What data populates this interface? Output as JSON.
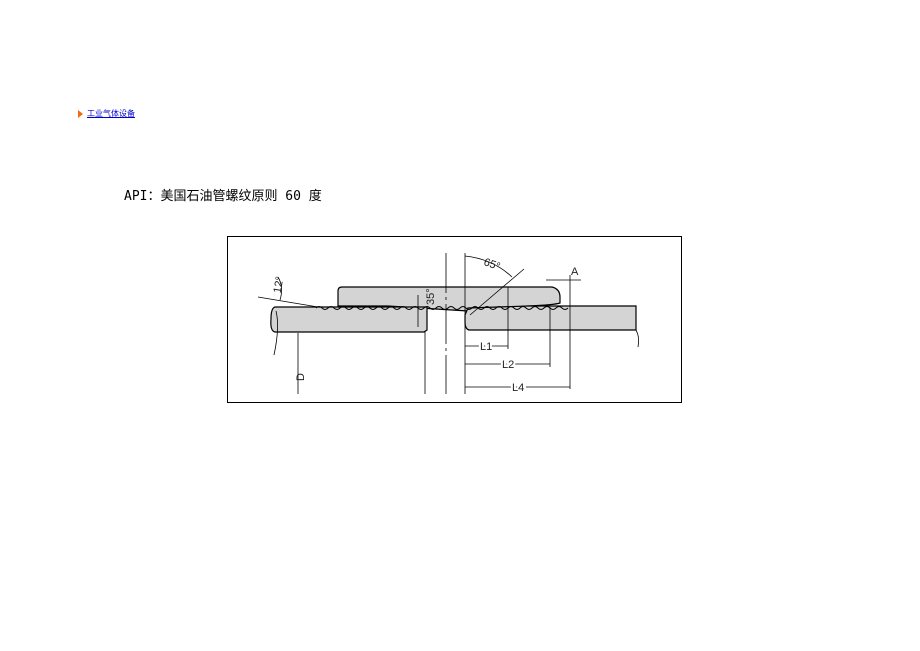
{
  "nav": {
    "link_label": "工业气体设备",
    "bullet_icon": "triangle-right-icon",
    "bullet_color": "#f26a10"
  },
  "heading": "API：美国石油管螺纹原则 60 度",
  "figure": {
    "labels": {
      "angle_12": "12°",
      "angle_35": "35°",
      "angle_65": "65°",
      "a": "A",
      "d": "D",
      "l1": "L1",
      "l2": "L2",
      "l4": "L4"
    }
  }
}
